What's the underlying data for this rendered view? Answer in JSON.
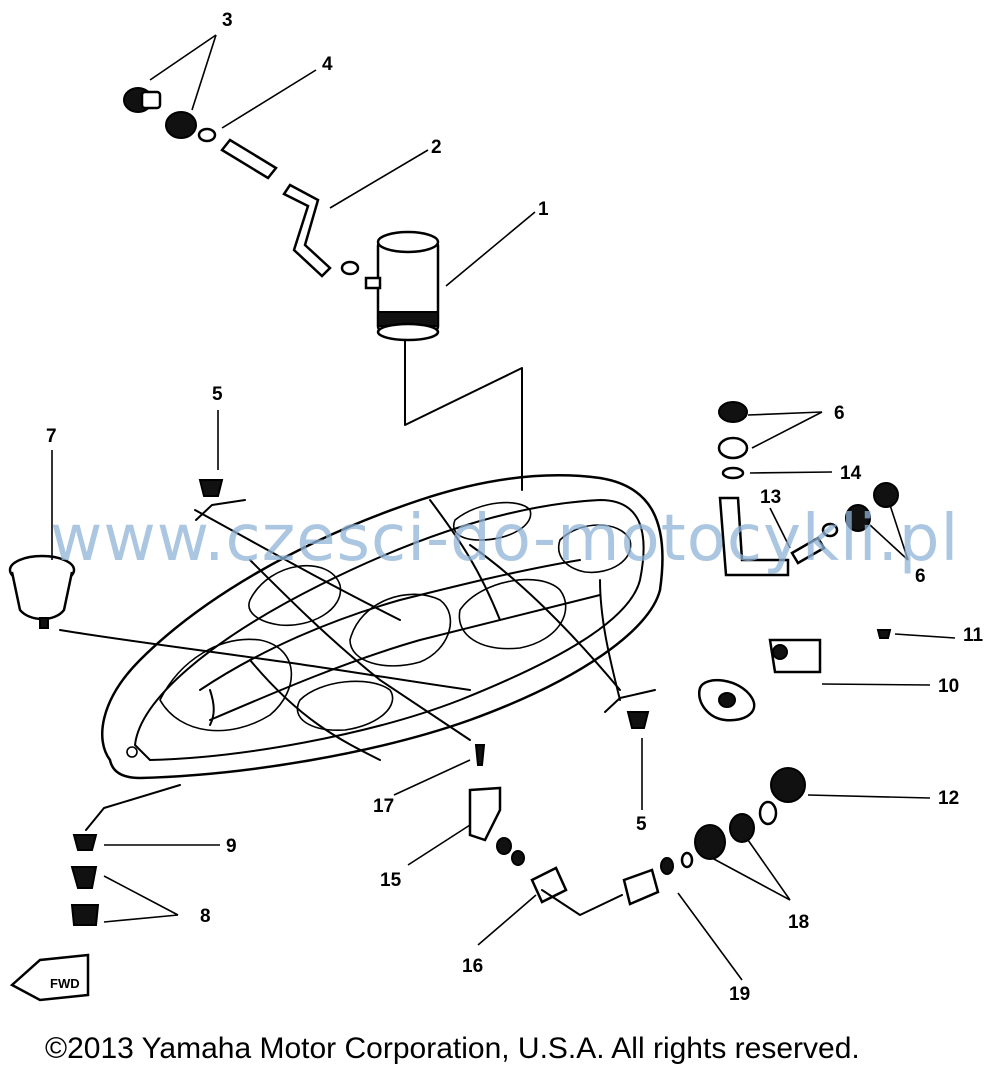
{
  "watermark": "www.czesci-do-motocykli.pl",
  "copyright": "©2013 Yamaha Motor Corporation, U.S.A. All rights reserved.",
  "fwd_label": "FWD",
  "callouts": {
    "c1": "1",
    "c2": "2",
    "c3": "3",
    "c4": "4",
    "c5a": "5",
    "c5b": "5",
    "c6a": "6",
    "c6b": "6",
    "c7": "7",
    "c8": "8",
    "c9": "9",
    "c10": "10",
    "c11": "11",
    "c12": "12",
    "c13": "13",
    "c14": "14",
    "c15": "15",
    "c16": "16",
    "c17": "17",
    "c18": "18",
    "c19": "19"
  }
}
